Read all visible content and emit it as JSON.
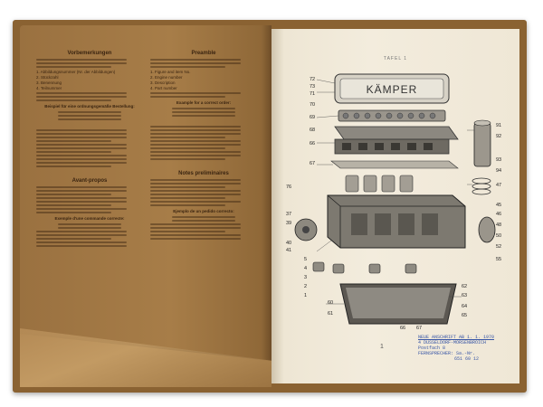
{
  "left_page": {
    "col1": {
      "heading": "Vorbemerkungen",
      "items": [
        "1. Abbildungsnummer (Nr. der Abbildungen)",
        "2. Stückzahl",
        "3. Benennung",
        "4. Teilnummer"
      ],
      "sub1": "Beispiel für eine ordnungsgemäße Bestellung:",
      "heading2": "Avant-propos",
      "sub2": "Exemple d'une commande correcte:"
    },
    "col2": {
      "heading": "Preamble",
      "items": [
        "1. Figure and item No.",
        "2. Engine number",
        "3. Description",
        "4. Part number"
      ],
      "sub1": "Example for a correct order:",
      "heading2": "Notes preliminaires",
      "sub2": "Ejemplo de un pedido correcto:"
    }
  },
  "right_page": {
    "tafel_label": "TAFEL 1",
    "brand": "KÄMPER",
    "page_number": "1",
    "callouts_top": [
      "72",
      "73",
      "71",
      "70",
      "69",
      "68",
      "66",
      "67"
    ],
    "callouts_left": [
      "76",
      "37",
      "39",
      "40",
      "41",
      "5",
      "4",
      "3",
      "2",
      "1"
    ],
    "callouts_right": [
      "91",
      "92",
      "93",
      "94",
      "47",
      "45",
      "46",
      "48",
      "50",
      "52",
      "55"
    ],
    "callouts_bottom": [
      "60",
      "61",
      "62",
      "63",
      "64",
      "65",
      "66",
      "67"
    ],
    "stamp": {
      "line1": "NEUE ANSCHRIFT AB 1. 1. 1970",
      "line2": "4 DÜSSELDORF-MÖRSENBROICH",
      "line3": "Postfach 8",
      "line4": "FERNSPRECHER: Sa.-Nr.",
      "line5": "651 60 12"
    }
  },
  "colors": {
    "cover": "#8a6232",
    "left_page": "#a77d48",
    "right_page": "#f3ecdd",
    "stamp": "#3856a6"
  }
}
